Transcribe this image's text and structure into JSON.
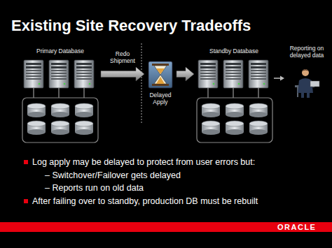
{
  "diagram": {
    "title": "Existing Site Recovery Tradeoffs",
    "nodes": [
      {
        "text": [
          "Primary Database"
        ]
      },
      {
        "text": [
          "Delayed Apply"
        ]
      },
      {
        "text": [
          "Standby Database"
        ]
      },
      {
        "text": [
          "Reporting on delayed data"
        ]
      }
    ],
    "edges": [
      {
        "from": 0,
        "to": 1,
        "label": "Redo Shipment",
        "arrow": "to"
      },
      {
        "from": 1,
        "to": 2,
        "arrow": "to"
      },
      {
        "from": 2,
        "to": 3,
        "arrow": "to"
      }
    ],
    "labels": [
      "Log apply may be delayed to protect from user errors but:",
      "– Switchover/Failover gets delayed",
      "– Reports run on old data",
      "After failing over to standby, production DB must be rebuilt",
      "ORACLE"
    ]
  }
}
